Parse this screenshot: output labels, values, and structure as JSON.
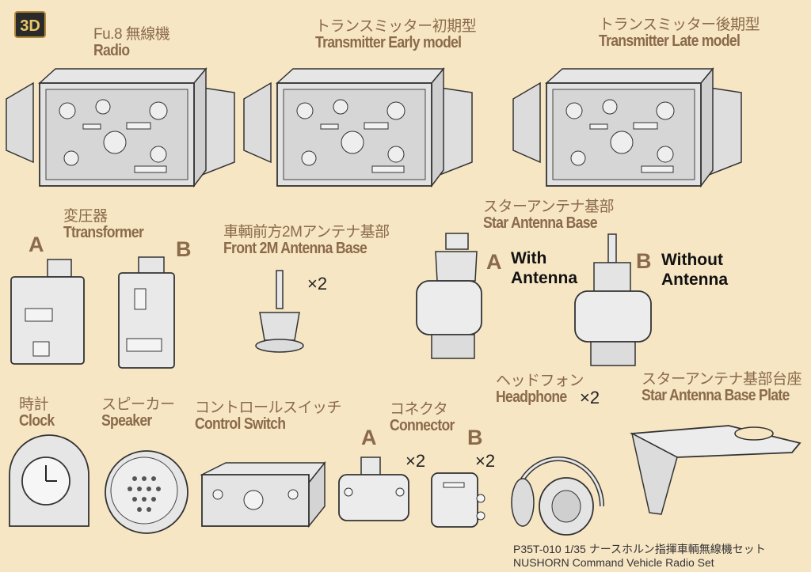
{
  "badge": "3D",
  "radio": {
    "jp": "Fu.8 無線機",
    "en": "Radio"
  },
  "tx_early": {
    "jp": "トランスミッター初期型",
    "en": "Transmitter Early model"
  },
  "tx_late": {
    "jp": "トランスミッター後期型",
    "en": "Transmitter Late model"
  },
  "transformer": {
    "jp": "変圧器",
    "en": "Ttransformer",
    "a": "A",
    "b": "B"
  },
  "front_base": {
    "jp": "車輌前方2Mアンテナ基部",
    "en": "Front 2M Antenna Base",
    "qty": "×2"
  },
  "star_base": {
    "jp": "スターアンテナ基部",
    "en": "Star Antenna Base",
    "a": "A",
    "a_text1": "With",
    "a_text2": "Antenna",
    "b": "B",
    "b_text1": "Without",
    "b_text2": "Antenna"
  },
  "clock": {
    "jp": "時計",
    "en": "Clock"
  },
  "speaker": {
    "jp": "スピーカー",
    "en": "Speaker"
  },
  "control": {
    "jp": "コントロールスイッチ",
    "en": "Control Switch"
  },
  "connector": {
    "jp": "コネクタ",
    "en": "Connector",
    "a": "A",
    "b": "B",
    "qty_a": "×2",
    "qty_b": "×2"
  },
  "headphone": {
    "jp": "ヘッドフォン",
    "en": "Headphone",
    "qty": "×2"
  },
  "plate": {
    "jp": "スターアンテナ基部台座",
    "en": "Star Antenna Base Plate"
  },
  "footer": {
    "line1": "P35T-010 1/35 ナースホルン指揮車輌無線機セット",
    "line2": "NUSHORN Command Vehicle Radio Set"
  }
}
